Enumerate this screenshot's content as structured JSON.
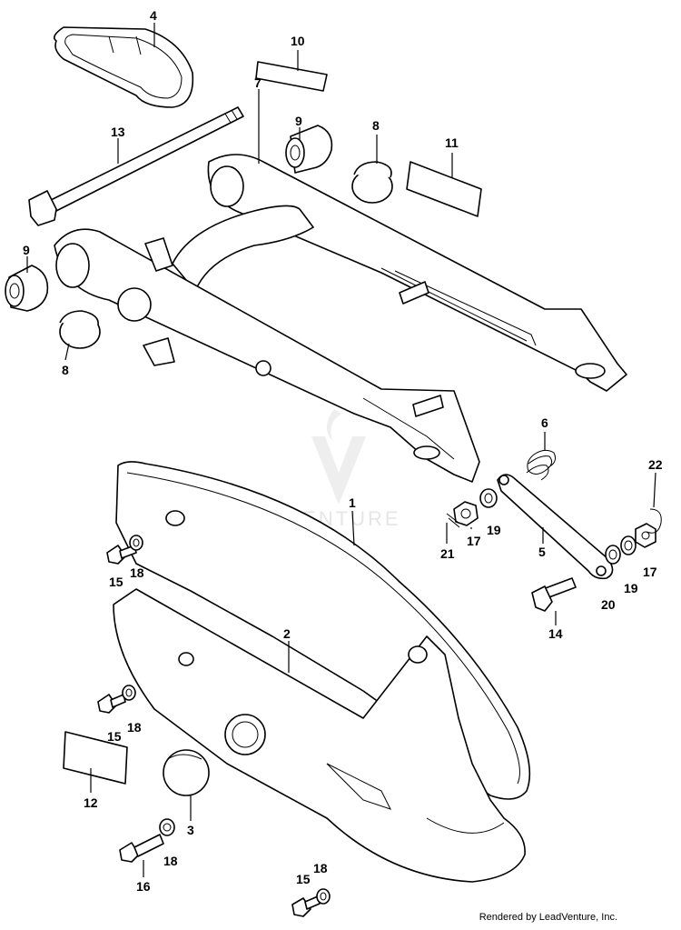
{
  "callouts": {
    "c1": "1",
    "c2": "2",
    "c3": "3",
    "c4": "4",
    "c5": "5",
    "c6": "6",
    "c7": "7",
    "c8a": "8",
    "c8b": "8",
    "c9a": "9",
    "c9b": "9",
    "c10": "10",
    "c11": "11",
    "c12": "12",
    "c13": "13",
    "c14": "14",
    "c15a": "15",
    "c15b": "15",
    "c15c": "15",
    "c16": "16",
    "c17a": "17",
    "c17b": "17",
    "c18a": "18",
    "c18b": "18",
    "c18c": "18",
    "c18d": "18",
    "c19a": "19",
    "c19b": "19",
    "c20": "20",
    "c21": "21",
    "c22": "22"
  },
  "credit": "Rendered by LeadVenture, Inc.",
  "watermark": {
    "brand": "LEADVENTURE",
    "color": "#e6e6e6"
  }
}
